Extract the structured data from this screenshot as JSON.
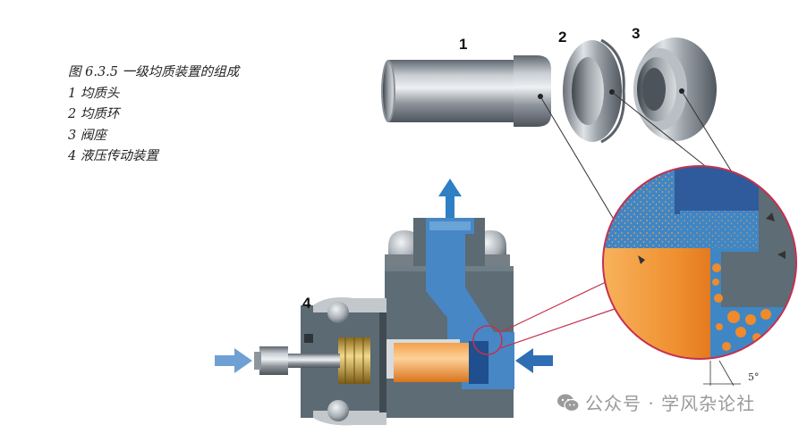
{
  "caption": {
    "title": "图 6.3.5 一级均质装置的组成",
    "items": [
      "1 均质头",
      "2 均质环",
      "3 阀座",
      "4 液压传动装置"
    ]
  },
  "part_labels": {
    "homogenizing_head": "1",
    "homogenizing_ring": "2",
    "valve_seat": "3",
    "hydraulic_drive": "4"
  },
  "angle_label": "5°",
  "watermark": "公众号 · 学风杂论社",
  "colors": {
    "steel": "#8e959d",
    "housing": "#5d6c75",
    "product_blue": "#3f86c5",
    "flow_arrow": "#4a86c4",
    "piston_orange": "#e8862c",
    "magnifier_ring": "#c4314f"
  }
}
